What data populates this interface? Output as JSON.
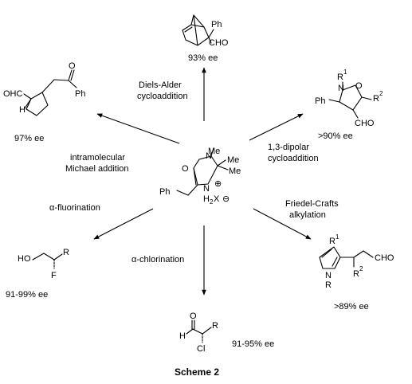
{
  "caption": "Scheme 2",
  "catalyst": {
    "atoms": {
      "o": "O",
      "n_top": "N",
      "me1": "Me",
      "me2": "Me",
      "me3": "Me",
      "ph": "Ph",
      "n_bot": "N",
      "h2": "H",
      "h2_sub": "2",
      "x": "X",
      "plus": "⊕",
      "minus": "⊖"
    }
  },
  "reactions": {
    "diels_alder": {
      "label_1": "Diels-Alder",
      "label_2": "cycloaddition",
      "ee": "93% ee",
      "atoms": {
        "ph": "Ph",
        "cho": "CHO"
      }
    },
    "michael": {
      "label_1": "intramolecular",
      "label_2": "Michael addition",
      "ee": "97% ee",
      "atoms": {
        "ohc": "OHC",
        "h": "H",
        "o": "O",
        "ph": "Ph"
      }
    },
    "dipolar": {
      "label_1": "1,3-dipolar",
      "label_2": "cycloaddition",
      "ee": ">90% ee",
      "atoms": {
        "r1": "R",
        "r1_sup": "1",
        "n": "N",
        "o": "O",
        "ph": "Ph",
        "r2": "R",
        "r2_sup": "2",
        "cho": "CHO"
      }
    },
    "fluorination": {
      "label_alpha": "α",
      "label_rest": "-fluorination",
      "ee": "91-99% ee",
      "atoms": {
        "ho": "HO",
        "r": "R",
        "f": "F"
      }
    },
    "chlorination": {
      "label_alpha": "α",
      "label_rest": "-chlorination",
      "ee": "91-95% ee",
      "atoms": {
        "o": "O",
        "h": "H",
        "r": "R",
        "cl": "Cl"
      }
    },
    "friedel_crafts": {
      "label_1": "Friedel-Crafts",
      "label_2": "alkylation",
      "ee": ">89% ee",
      "atoms": {
        "r1": "R",
        "r1_sup": "1",
        "n": "N",
        "r": "R",
        "r2": "R",
        "r2_sup": "2",
        "cho": "CHO"
      }
    }
  }
}
